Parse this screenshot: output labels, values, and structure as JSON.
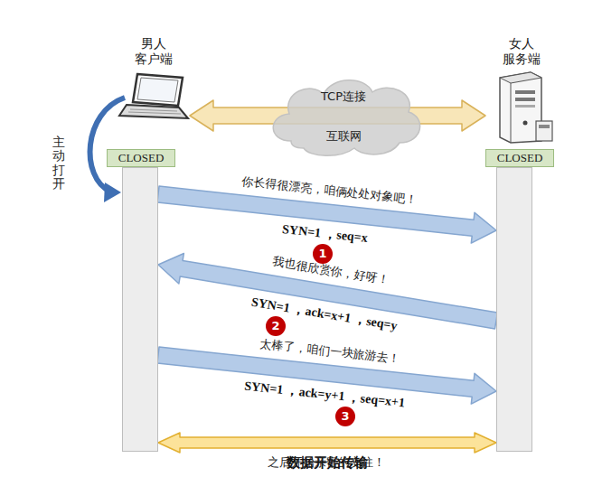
{
  "diagram": {
    "nodes": [
      {
        "text": [
          "男人 客户端"
        ]
      },
      {
        "text": [
          "CLOSED"
        ]
      },
      {
        "text": [
          "女人 服务端"
        ]
      },
      {
        "text": [
          "CLOSED"
        ]
      },
      {
        "text": [
          "TCP连接",
          "互联网"
        ]
      }
    ],
    "edges": [
      {
        "from": 0,
        "to": 2,
        "arrow": "both"
      },
      {
        "from": 1,
        "to": 3,
        "arrow": "to",
        "label": "SYN=1 ，seq=x"
      },
      {
        "from": 3,
        "to": 1,
        "arrow": "to",
        "label": "SYN=1 ，ack=x+1 ，seq=y"
      },
      {
        "from": 1,
        "to": 3,
        "arrow": "to",
        "label": "SYN=1 ，ack=y+1 ，seq=x+1"
      },
      {
        "from": 1,
        "to": 3,
        "arrow": "both",
        "label": "数据开始传输"
      }
    ],
    "labels": [
      "主动打开",
      "1",
      "你长得很漂亮，咱俩处处对象吧！",
      "2",
      "我也很欣赏你，好呀！",
      "3",
      "太棒了，咱们一块旅游去！",
      "之后开始亲密的交往！"
    ]
  }
}
